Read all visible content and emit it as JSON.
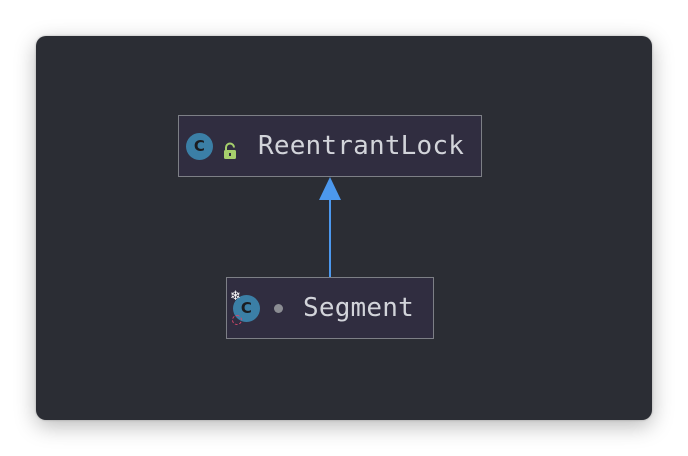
{
  "diagram": {
    "nodes": [
      {
        "id": "ReentrantLock",
        "label": "ReentrantLock",
        "kind_icon": "class-icon",
        "kind_glyph": "C",
        "modifier_icon": "lock-icon"
      },
      {
        "id": "Segment",
        "label": "Segment",
        "kind_icon": "class-icon",
        "kind_glyph": "C",
        "overlay_icons": [
          "snowflake-icon",
          "inherited-badge-icon"
        ],
        "modifier_icon": "dot-icon"
      }
    ],
    "edges": [
      {
        "from": "Segment",
        "to": "ReentrantLock",
        "type": "extends"
      }
    ],
    "colors": {
      "background": "#2b2d34",
      "node_fill": "#302d40",
      "node_border": "#7d7f86",
      "class_icon": "#3b7fa6",
      "lock_icon": "#a6d06c",
      "edge": "#4c98ee"
    }
  }
}
